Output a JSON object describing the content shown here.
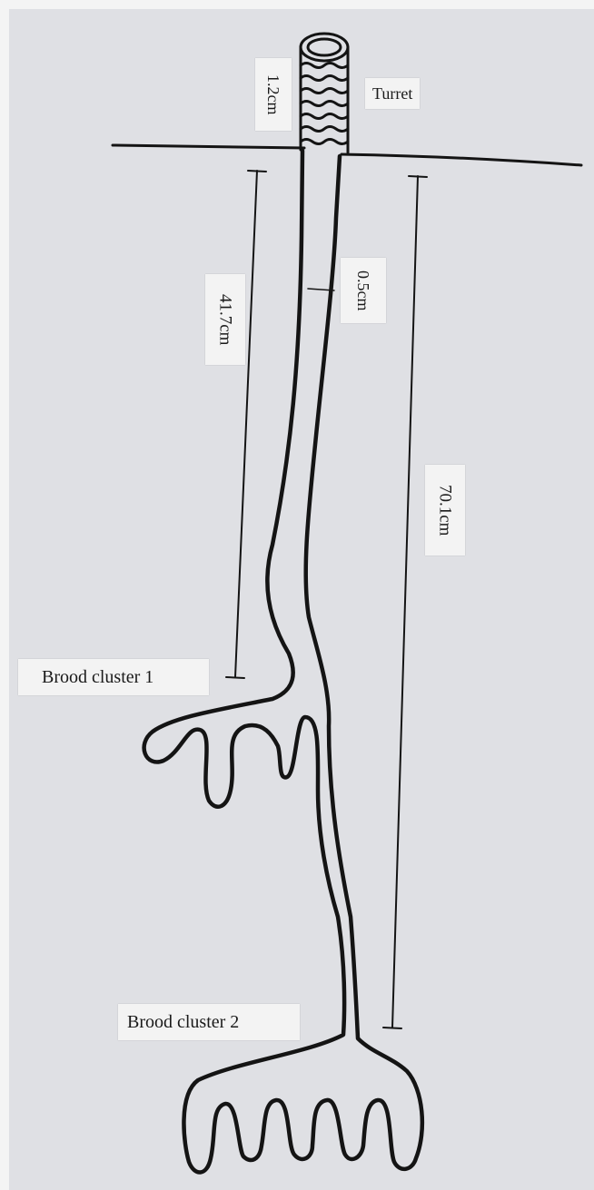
{
  "labels": {
    "turret": "Turret",
    "brood_cluster_1": "Brood cluster 1",
    "brood_cluster_2": "Brood cluster 2",
    "turret_height": "1.2cm",
    "burrow_width": "0.5cm",
    "depth_to_cluster_1": "41.7cm",
    "depth_to_cluster_2": "70.1cm"
  },
  "colors": {
    "paper": "#dfe0e4",
    "ink": "#141414",
    "label_bg": "#f3f3f3"
  }
}
